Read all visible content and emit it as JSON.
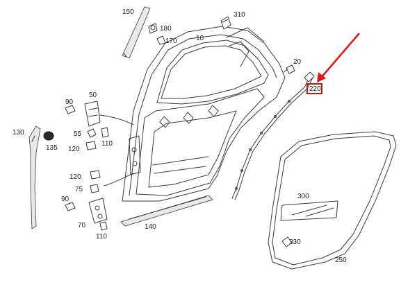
{
  "diagram": {
    "callouts": [
      {
        "id": "10",
        "label": "10"
      },
      {
        "id": "20",
        "label": "20"
      },
      {
        "id": "50",
        "label": "50"
      },
      {
        "id": "55",
        "label": "55"
      },
      {
        "id": "70",
        "label": "70"
      },
      {
        "id": "75",
        "label": "75"
      },
      {
        "id": "90a",
        "label": "90"
      },
      {
        "id": "90b",
        "label": "90"
      },
      {
        "id": "110a",
        "label": "110"
      },
      {
        "id": "110b",
        "label": "110"
      },
      {
        "id": "120a",
        "label": "120"
      },
      {
        "id": "120b",
        "label": "120"
      },
      {
        "id": "130",
        "label": "130"
      },
      {
        "id": "135",
        "label": "135"
      },
      {
        "id": "140",
        "label": "140"
      },
      {
        "id": "150",
        "label": "150"
      },
      {
        "id": "170",
        "label": "170"
      },
      {
        "id": "180",
        "label": "180"
      },
      {
        "id": "220",
        "label": "220"
      },
      {
        "id": "250",
        "label": "250"
      },
      {
        "id": "300",
        "label": "300"
      },
      {
        "id": "310",
        "label": "310"
      },
      {
        "id": "330",
        "label": "330"
      }
    ],
    "highlight": {
      "target": "220",
      "box_color": "#d01010",
      "arrow_color": "#e01515"
    }
  }
}
